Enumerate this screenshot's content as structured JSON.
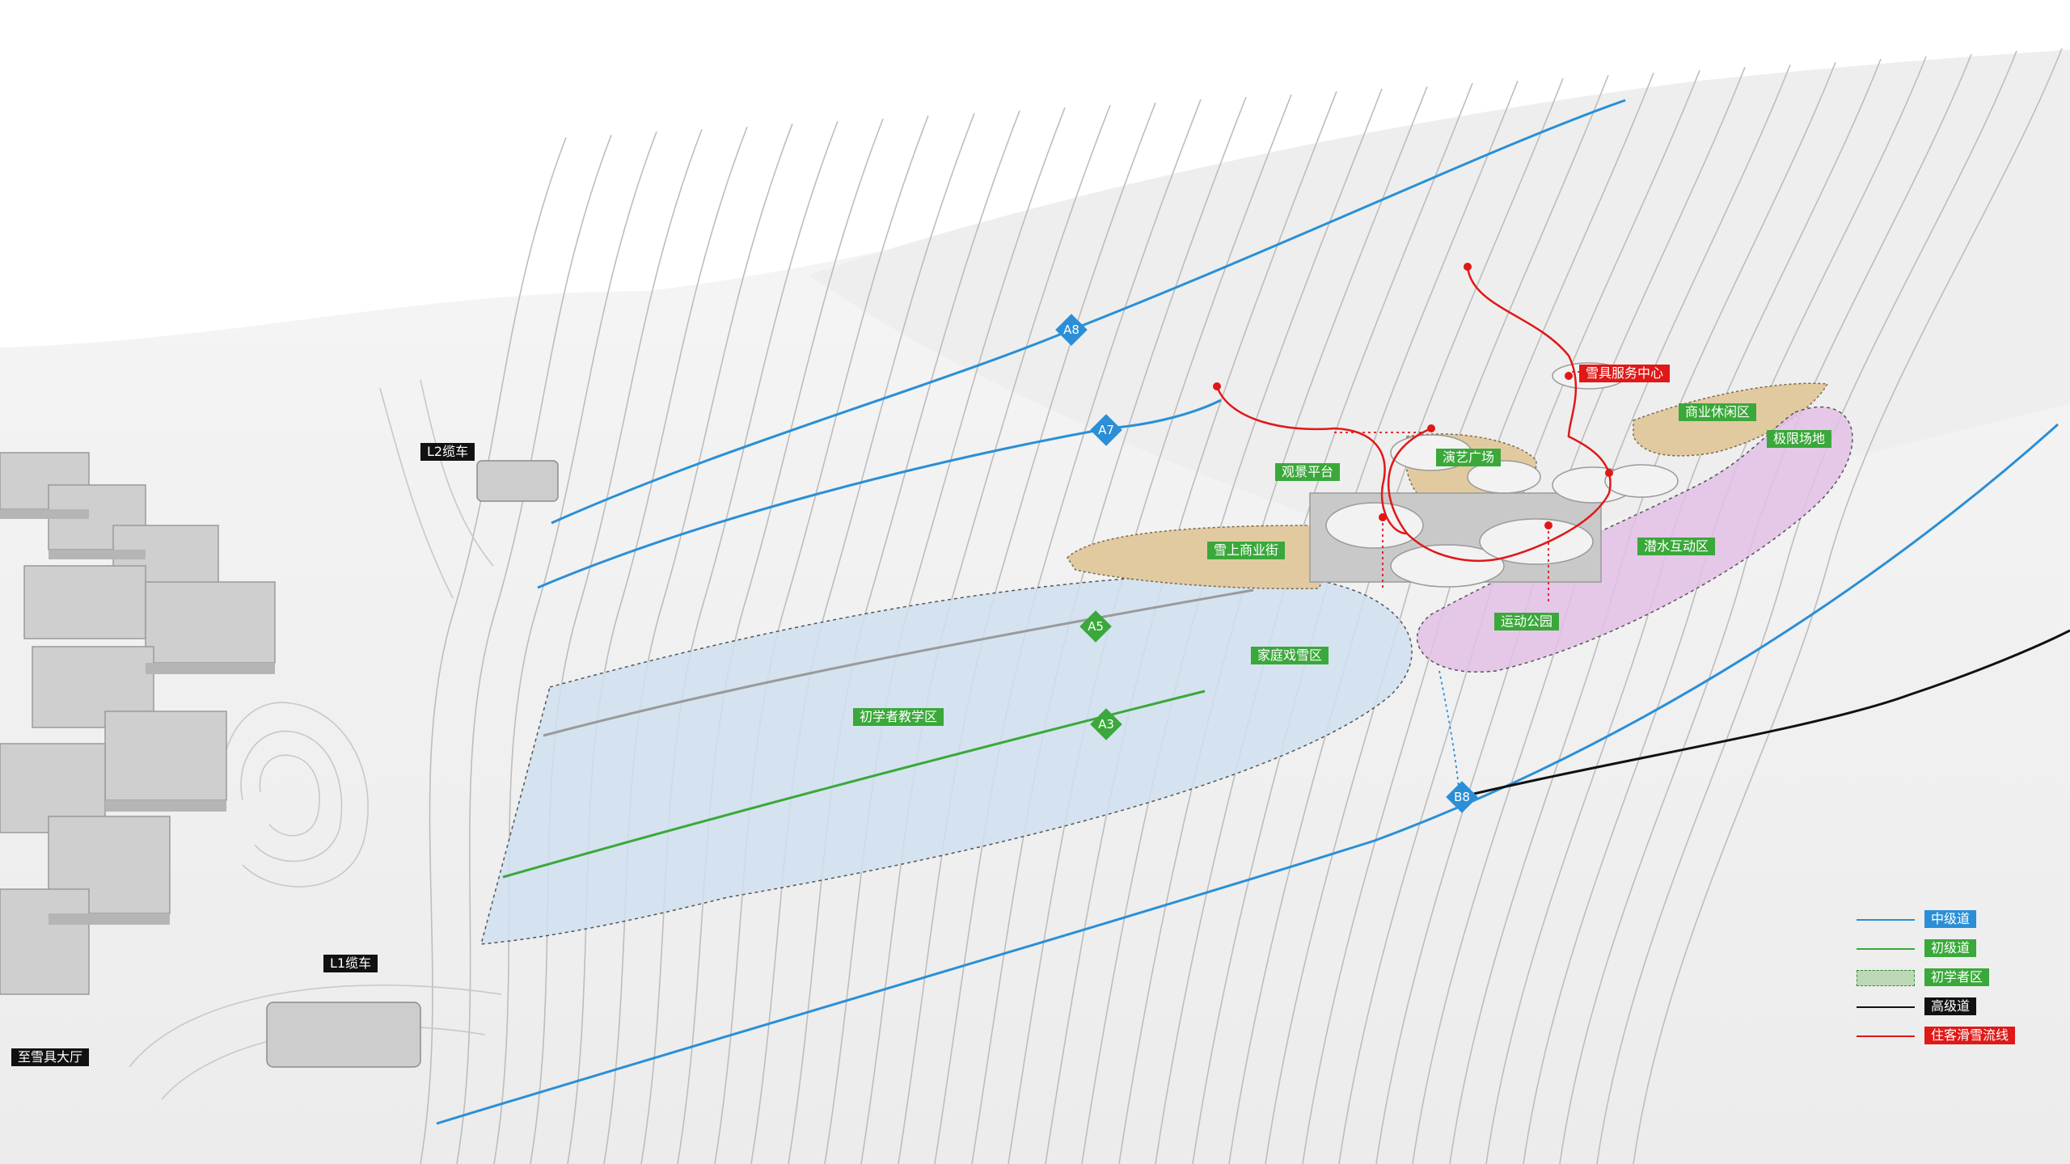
{
  "colors": {
    "intermediate": "#2a8fd6",
    "beginner": "#3aa83a",
    "advanced": "#111111",
    "guest_flow": "#e01818",
    "beginner_zone_fill": "#cfe0ee",
    "commercial_fill": "#e2caa0",
    "park_fill": "#e3c0e6"
  },
  "place_labels": {
    "l2_cable": "L2缆车",
    "l1_cable": "L1缆车",
    "to_hall": "至雪具大厅",
    "service_center": "雪具服务中心",
    "commercial_leisure": "商业休闲区",
    "extreme_field": "极限场地",
    "performance_square": "演艺广场",
    "view_platform": "观景平台",
    "snow_street": "雪上商业街",
    "diving_zone": "潜水互动区",
    "sports_park": "运动公园",
    "family_zone": "家庭戏雪区",
    "beginner_teaching": "初学者教学区"
  },
  "trail_markers": {
    "a8": "A8",
    "a7": "A7",
    "a5": "A5",
    "a3": "A3",
    "b8": "B8"
  },
  "legend": {
    "intermediate": "中级道",
    "beginner": "初级道",
    "beginner_zone": "初学者区",
    "advanced": "高级道",
    "guest_flow": "住客滑雪流线"
  }
}
